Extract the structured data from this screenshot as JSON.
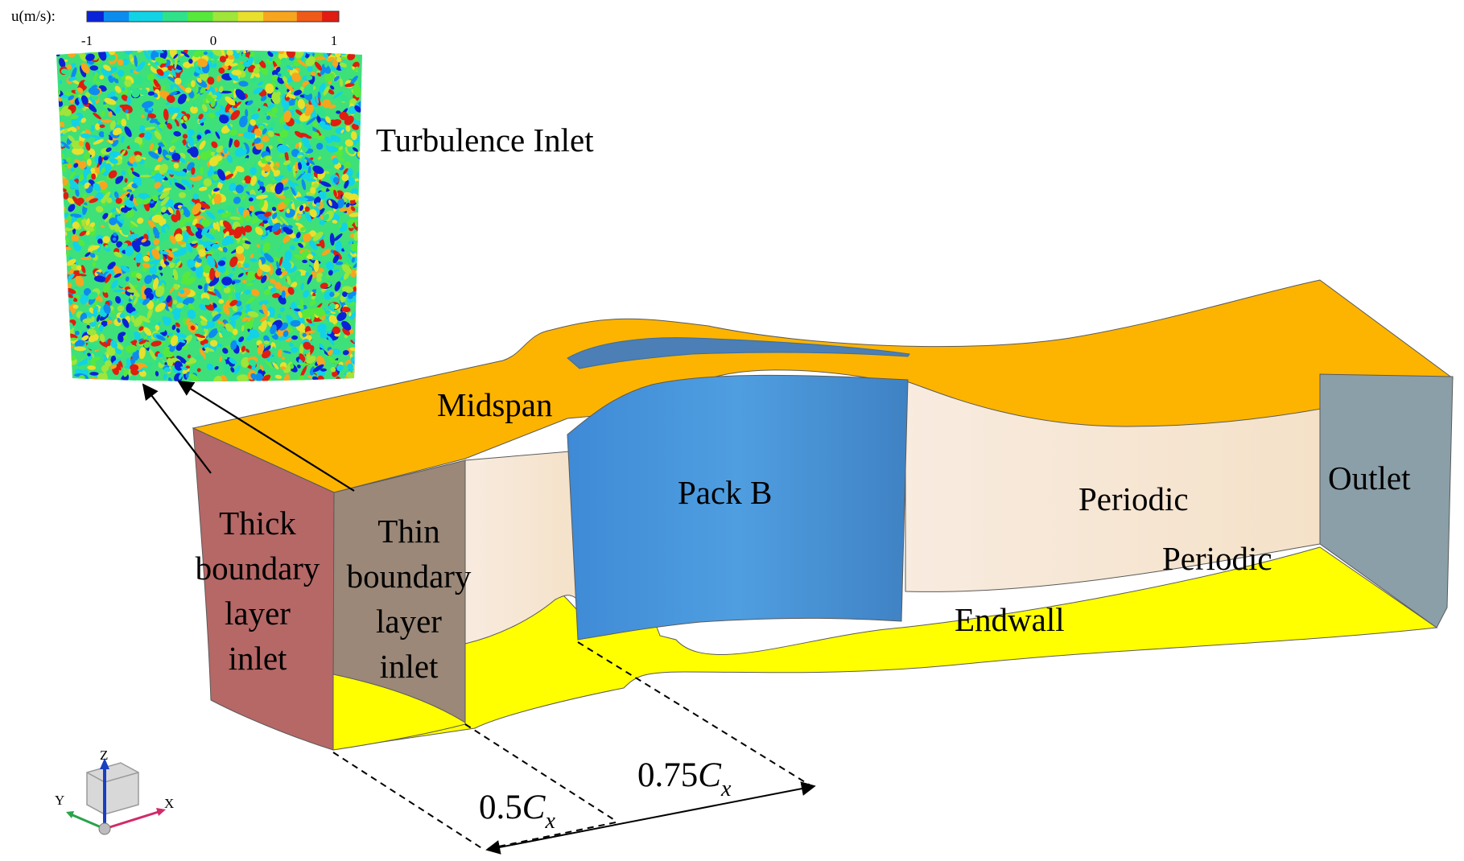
{
  "colorbar": {
    "variable_label": "u(m/s):",
    "tick_labels": [
      "-1",
      "0",
      "1"
    ],
    "colors": [
      "#0a22d8",
      "#0d8cf0",
      "#12d2e6",
      "#2fe28a",
      "#57e83c",
      "#9fe53a",
      "#e8e02c",
      "#f7a51f",
      "#f05a18",
      "#e01d10"
    ]
  },
  "labels": {
    "turbulence_inlet": "Turbulence Inlet",
    "midspan": "Midspan",
    "blade": "Pack B",
    "periodic_upper": "Periodic",
    "periodic_lower": "Periodic",
    "outlet": "Outlet",
    "endwall": "Endwall",
    "thick_inlet": [
      "Thick",
      "boundary",
      "layer",
      "inlet"
    ],
    "thin_inlet": [
      "Thin",
      "boundary",
      "layer",
      "inlet"
    ],
    "dim_short": {
      "coef": "0.5",
      "var": "C",
      "sub": "x"
    },
    "dim_long": {
      "coef": "0.75",
      "var": "C",
      "sub": "x"
    }
  },
  "axes_triad": {
    "z": "Z",
    "y": "Y",
    "x": "X"
  },
  "colors": {
    "midspan": "#fdb400",
    "endwall": "#ffff00",
    "blade": "#4a97d8",
    "periodic": "#f7e6d2",
    "outlet": "#8b9fa8",
    "thick_inlet": "#b56866",
    "thin_inlet": "#9b8878"
  }
}
